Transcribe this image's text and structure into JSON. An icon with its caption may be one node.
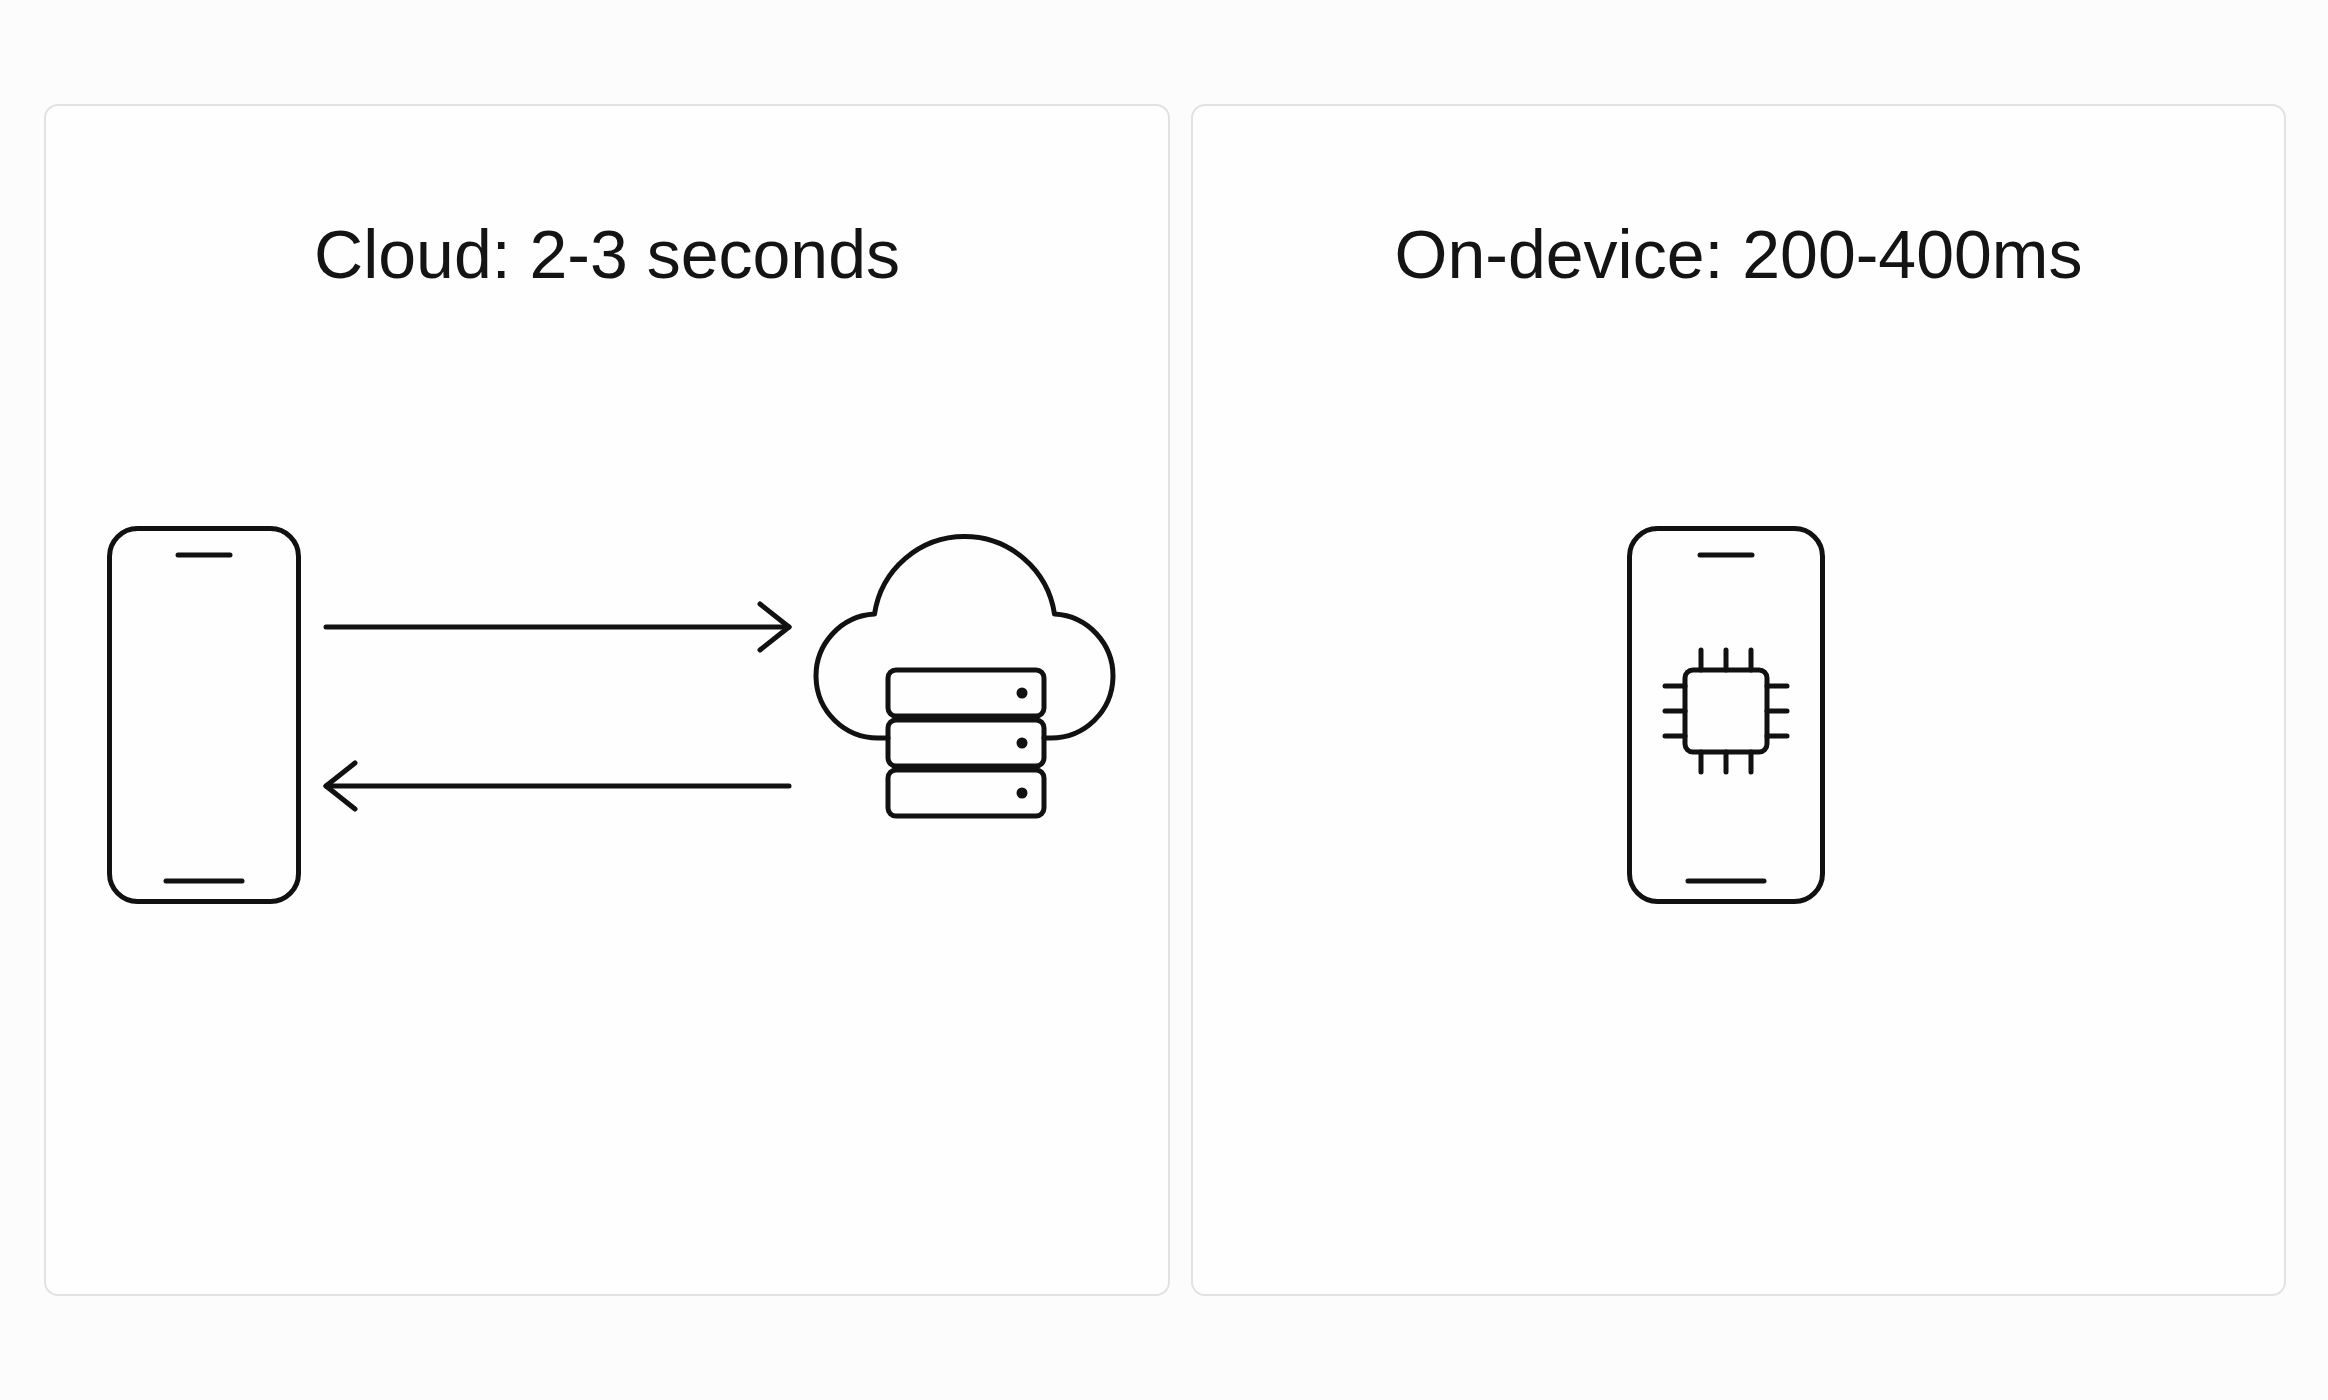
{
  "diagram": {
    "nodes": [
      {
        "text": [
          "Cloud: 2-3 seconds"
        ]
      },
      {
        "text": [],
        "shape": "picture",
        "in": 0
      },
      {
        "text": [],
        "shape": "cloud",
        "in": 0
      },
      {
        "text": [
          "On-device: 200-400ms"
        ]
      },
      {
        "text": [],
        "shape": "picture",
        "in": 3
      }
    ],
    "edges": [
      {
        "from": 1,
        "to": 2,
        "arrow": "to"
      },
      {
        "from": 2,
        "to": 1,
        "arrow": "to"
      }
    ]
  }
}
